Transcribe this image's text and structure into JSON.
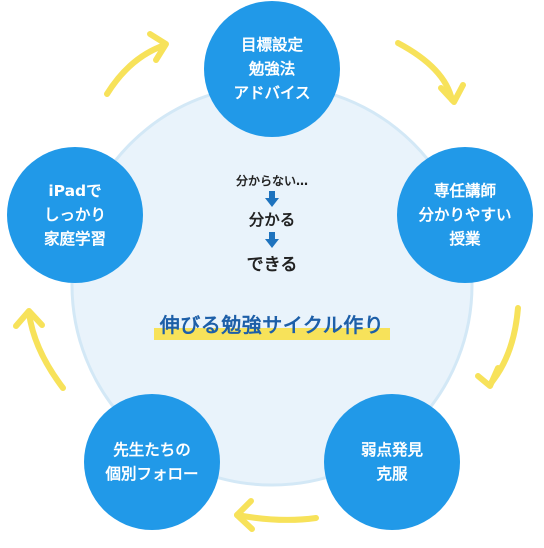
{
  "cycle_nodes": [
    {
      "id": "top",
      "lines": [
        "目標設定",
        "勉強法",
        "アドバイス"
      ]
    },
    {
      "id": "right",
      "lines": [
        "専任講師",
        "分かりやすい",
        "授業"
      ]
    },
    {
      "id": "bottom-right",
      "lines": [
        "弱点発見",
        "克服"
      ]
    },
    {
      "id": "bottom-left",
      "lines": [
        "先生たちの",
        "個別フォロー"
      ]
    },
    {
      "id": "left",
      "lines": [
        "iPadで",
        "しっかり",
        "家庭学習"
      ]
    }
  ],
  "center": {
    "step1": "分からない…",
    "step2": "分かる",
    "step3": "できる",
    "headline": "伸びる勉強サイクル作り"
  },
  "colors": {
    "node_fill": "#2199e8",
    "inner_circle": "#e9f3fb",
    "inner_circle_border": "#d3e8f6",
    "arrow": "#f7e25a",
    "down_arrow": "#1e73be",
    "headline_text": "#1d5fa8",
    "headline_marker": "#f7e25a"
  }
}
